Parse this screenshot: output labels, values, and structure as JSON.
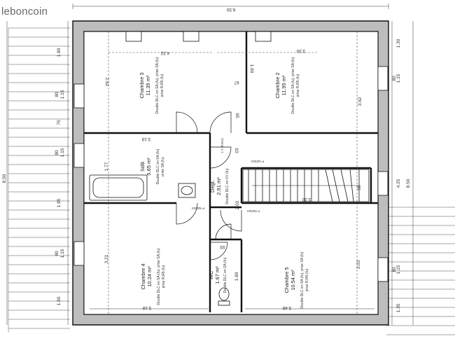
{
  "watermark": "leboncoin",
  "overall": {
    "width": "8.50",
    "height": "8.50"
  },
  "rooms": [
    {
      "key": "ch3",
      "name": "Chambre 3",
      "area": "11.35 m²",
      "note1": "Double DLC en SA (fu), prise SA (fu)",
      "note2": "prise RJ45 (fu)"
    },
    {
      "key": "ch2",
      "name": "Chambre 2",
      "area": "11.95 m²",
      "note1": "Double DLC en SA (fu), prise SA (fu)",
      "note2": "prise RJ45 (fu)"
    },
    {
      "key": "sdb",
      "name": "SdB",
      "area": "5.65 m²",
      "note1": "Double DLC en SA (fu)",
      "note2": "prise SA (fu)"
    },
    {
      "key": "degt",
      "name": "Degt.",
      "area": "2.91 m²",
      "note1": "Double DLC en VV (fu)",
      "note2": ""
    },
    {
      "key": "ch4",
      "name": "Chambre 4",
      "area": "10.24 m²",
      "note1": "Double DLC en SA (fu), prise SA (fu)",
      "note2": "prise RJ45 (fu)"
    },
    {
      "key": "wc",
      "name": "WC",
      "area": "1.67 m²",
      "note1": "Double DLC en SA (fu)",
      "note2": ""
    },
    {
      "key": "ch5",
      "name": "Chambre 5",
      "area": "10.54 m²",
      "note1": "Double DLC en SA (fu), prise SA (fu)",
      "note2": "prise RJ45 (fu)"
    }
  ],
  "dims": {
    "top_330": "3.30",
    "top_160": "1.60",
    "top_067": "67",
    "ch3_depth": "2.62",
    "ch3_w": "4.32",
    "ch2_depth": "3.62",
    "ch2_stairs_w": "3.30",
    "sdb_w": "3.19",
    "sdb_depth": "1.77",
    "degt_h": "2.02",
    "degt_w": "93",
    "stair_95": "95",
    "stair_95b": "95",
    "ch4_depth": "3.21",
    "ch4_w": "3.18",
    "ch5_depth": "3.03",
    "ch5_w": "3.48",
    "wc_w": "93",
    "wc_h": "1.80",
    "left_180": "1.80",
    "left_115a": "1.15",
    "left_80a": "80",
    "left_75": "75",
    "left_115b": "1.15",
    "left_80b": "80",
    "left_195": "1.95",
    "left_115c": "1.15",
    "left_80c": "80",
    "left_180b": "1.80",
    "right_130": "1.30",
    "right_115a": "1.15",
    "right_80a": "80",
    "right_425": "4.25",
    "right_115b": "1.15",
    "right_80b": "80",
    "right_135": "1.35"
  },
  "doors": {
    "d1": "P 93/204",
    "d2": "P 83/204",
    "d3": "P 83/204",
    "d4": "P 63/204",
    "d5": "P 93/204",
    "d6": "P 93/204",
    "stair_note": "Trémie 1.7"
  }
}
